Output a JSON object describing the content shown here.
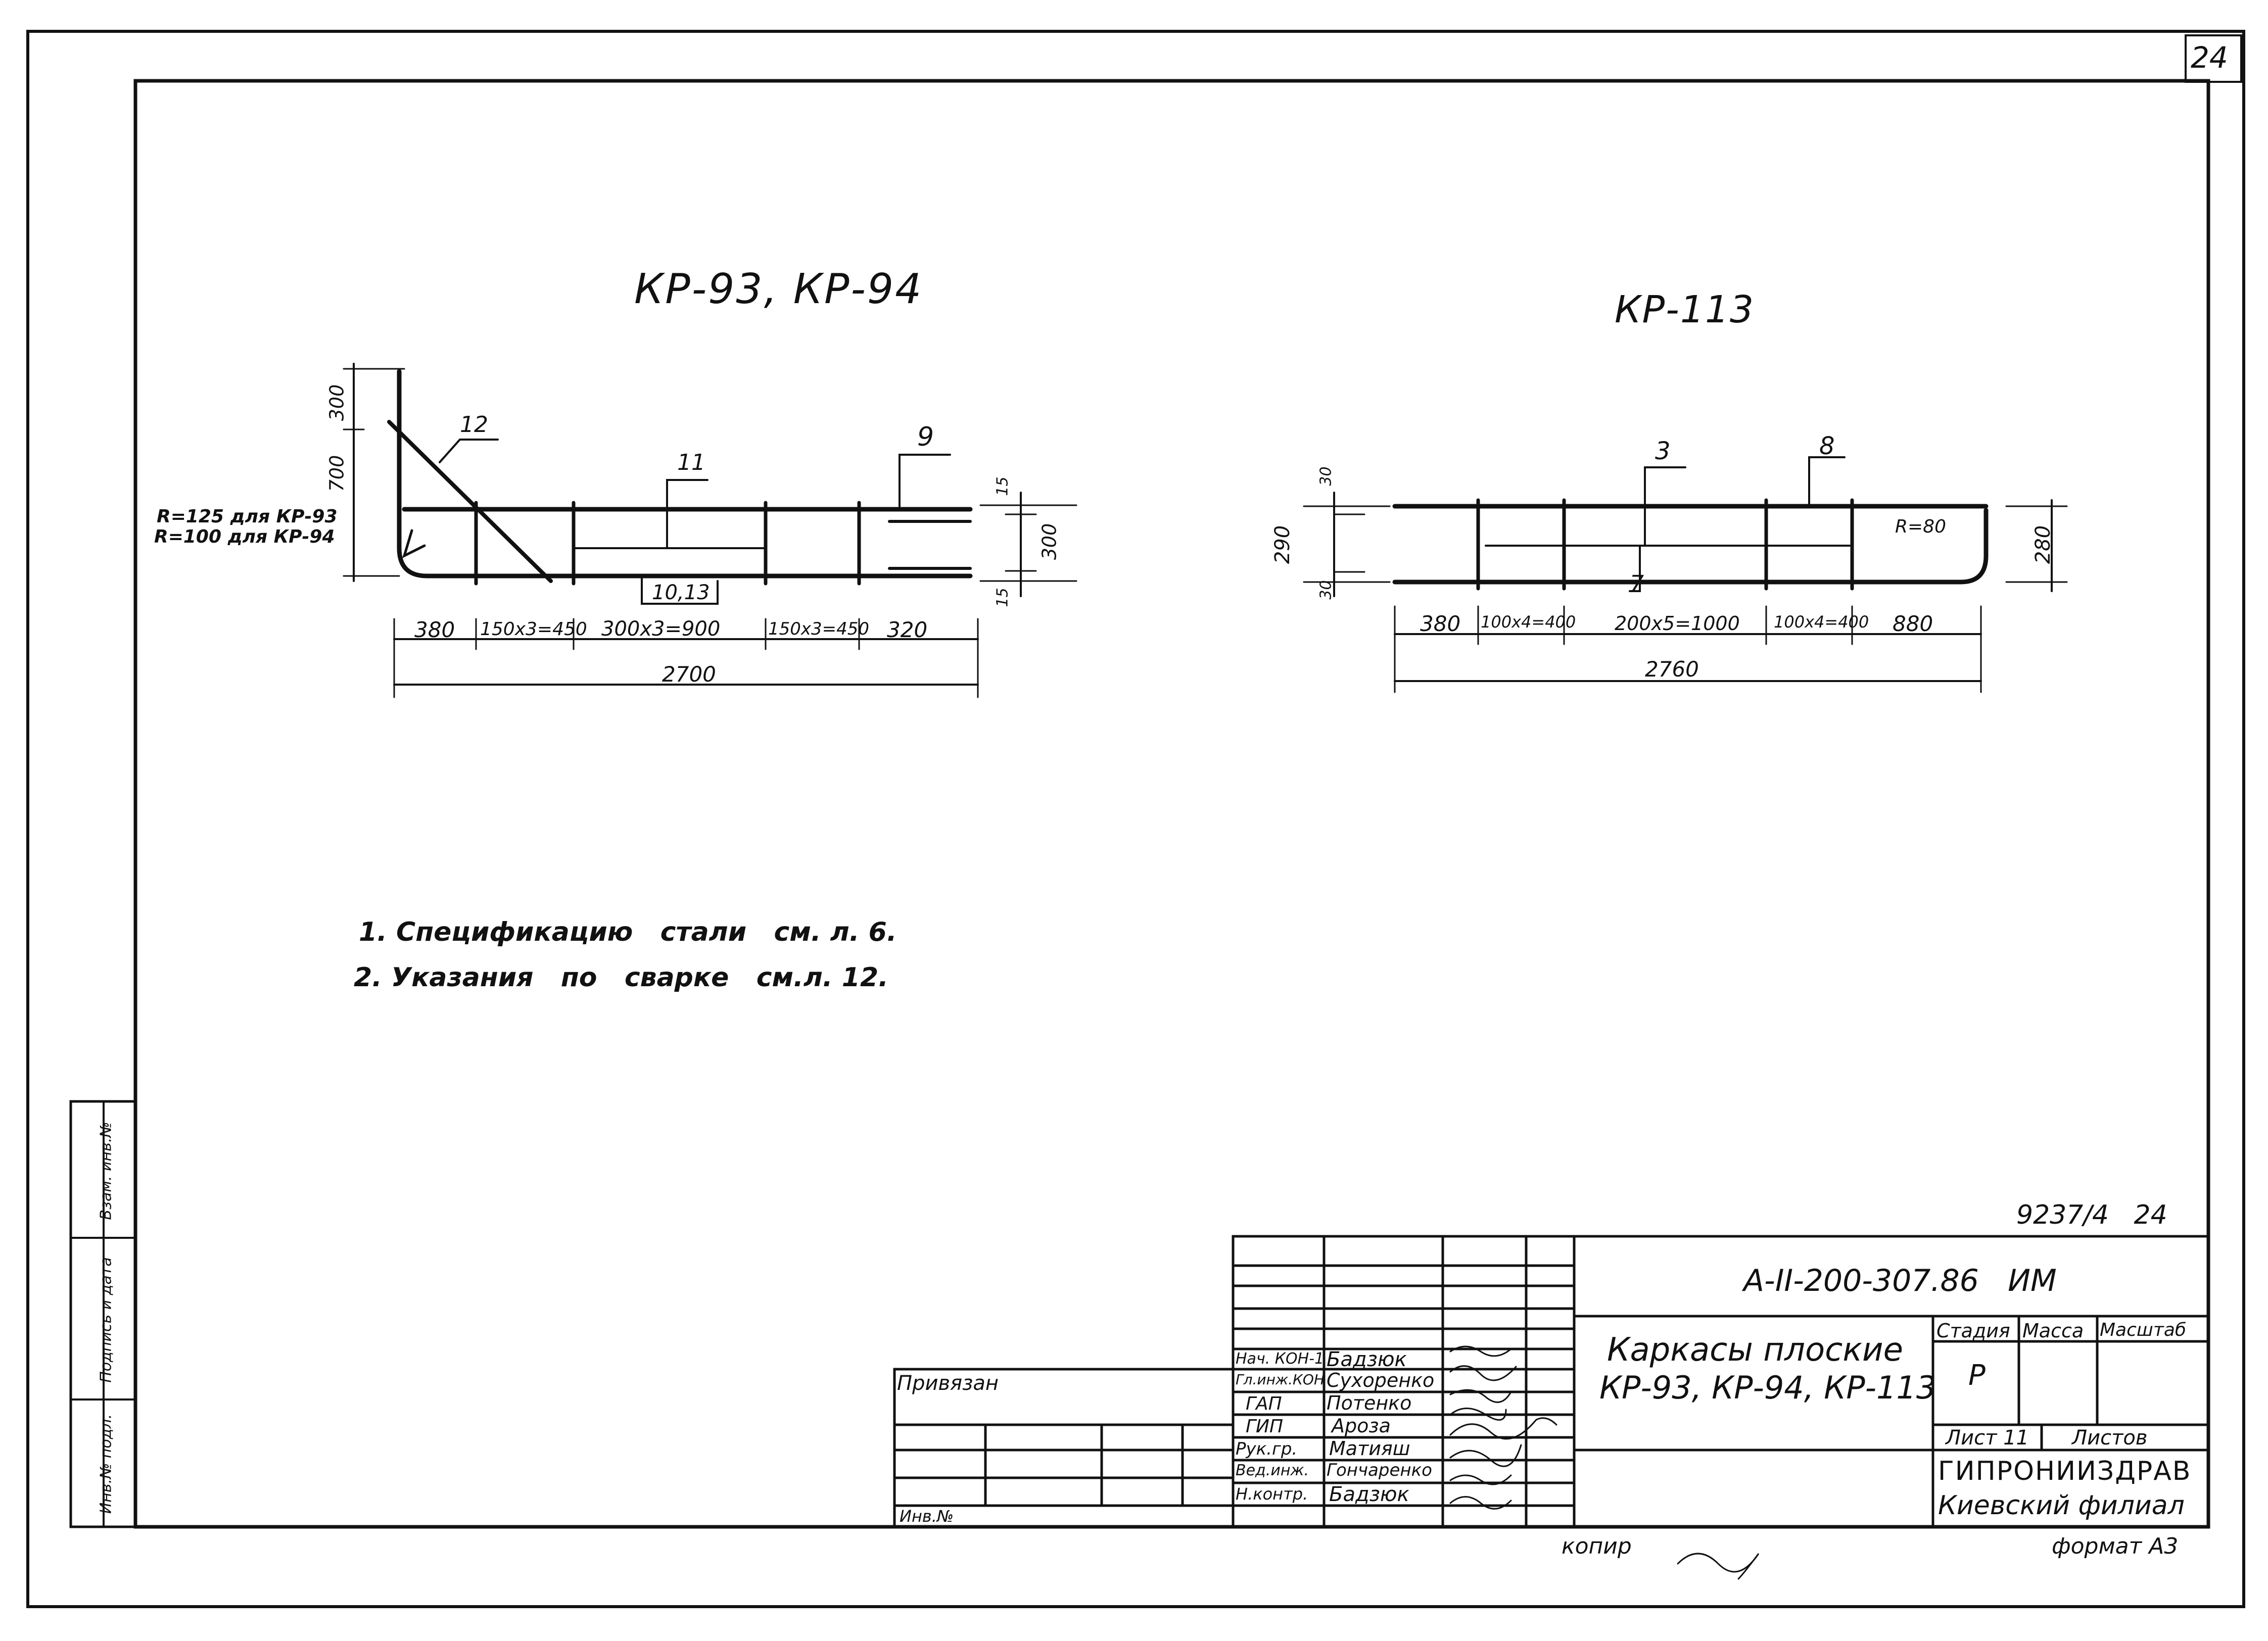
{
  "page": {
    "sheet_number_corner": "24",
    "copied_label": "копир",
    "format_label": "формат А3"
  },
  "drawing_left": {
    "title": "КР-93, КР-94",
    "radius_note_1": "R=125 для КР-93",
    "radius_note_2": "R=100 для КР-94",
    "dim_vertical_top": "300",
    "dim_vertical_mid": "700",
    "dim_right_top": "15",
    "dim_right_mid": "300",
    "dim_right_bot": "15",
    "callout_12": "12",
    "callout_11": "11",
    "callout_9": "9",
    "callout_10_13": "10,13",
    "dims_bottom": [
      "380",
      "150х3=450",
      "300х3=900",
      "150х3=450",
      "320"
    ],
    "dim_total": "2700"
  },
  "drawing_right": {
    "title": "КР-113",
    "callout_3": "3",
    "callout_8": "8",
    "callout_7": "7",
    "radius_note": "R=80",
    "dim_left_top": "30",
    "dim_left_mid": "290",
    "dim_left_bot": "30",
    "dim_right": "280",
    "dims_bottom": [
      "380",
      "100х4=400",
      "200х5=1000",
      "100х4=400",
      "880"
    ],
    "dim_total": "2760"
  },
  "notes": [
    "1. Спецификацию   стали   см. л. 6.",
    "2. Указания   по   сварке   см.л. 12."
  ],
  "side_stamp": {
    "cell_1": "Инв.№ подл.",
    "cell_2": "Подпись и дата",
    "cell_3": "Взам. инв.№"
  },
  "title_block": {
    "doc_number": "9237/4   24",
    "project_code": "А-II-200-307.86   ИМ",
    "title_line_1": "Каркасы плоские",
    "title_line_2": "КР-93, КР-94, КР-113",
    "stage_label": "Стадия",
    "mass_label": "Масса",
    "scale_label": "Масштаб",
    "stage_value": "Р",
    "sheet_label": "Лист 11",
    "sheets_label": "Листов",
    "org_line_1": "ГИПРОНИИЗДРАВ",
    "org_line_2": "Киевский филиал",
    "privyazan_label": "Привязан",
    "inv_label": "Инв.№",
    "staff": [
      {
        "role": "Нач. КОН-1",
        "name": "Бадзюк"
      },
      {
        "role": "Гл.инж.КОН",
        "name": "Сухоренко"
      },
      {
        "role": "ГАП",
        "name": "Потенко"
      },
      {
        "role": "ГИП",
        "name": "Ароза"
      },
      {
        "role": "Рук.гр.",
        "name": "Матияш"
      },
      {
        "role": "Вед.инж.",
        "name": "Гончаренко"
      },
      {
        "role": "Н.контр.",
        "name": "Бадзюк"
      }
    ]
  }
}
